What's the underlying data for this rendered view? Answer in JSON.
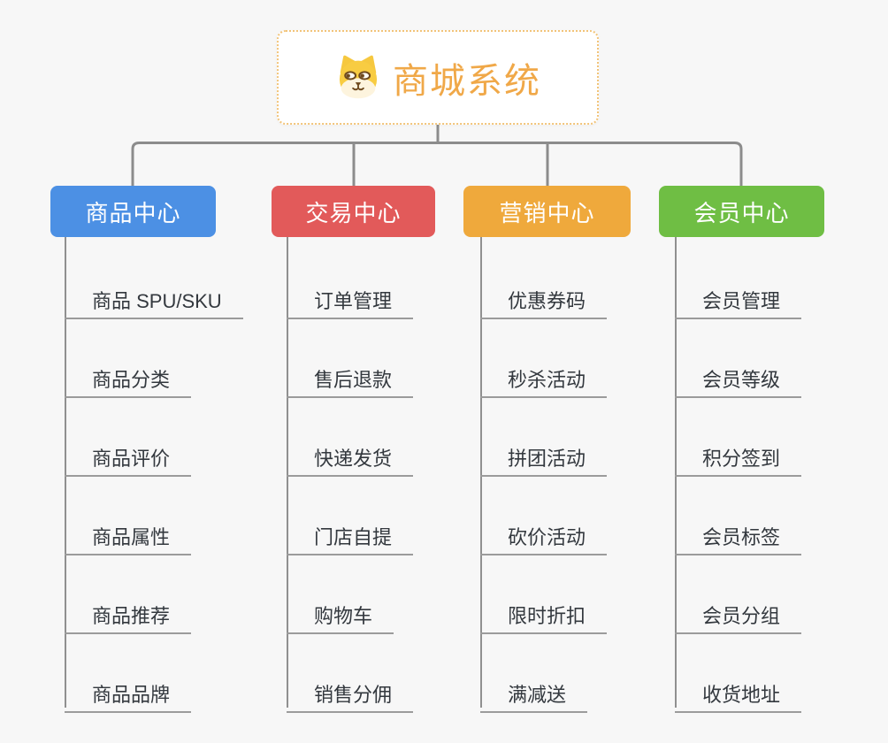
{
  "root": {
    "title": "商城系统",
    "icon": "dog-face-icon"
  },
  "branches": [
    {
      "label": "商品中心",
      "color": "#4C90E4",
      "children": [
        "商品 SPU/SKU",
        "商品分类",
        "商品评价",
        "商品属性",
        "商品推荐",
        "商品品牌"
      ]
    },
    {
      "label": "交易中心",
      "color": "#E25A5A",
      "children": [
        "订单管理",
        "售后退款",
        "快递发货",
        "门店自提",
        "购物车",
        "销售分佣"
      ]
    },
    {
      "label": "营销中心",
      "color": "#EFA93C",
      "children": [
        "优惠券码",
        "秒杀活动",
        "拼团活动",
        "砍价活动",
        "限时折扣",
        "满减送"
      ]
    },
    {
      "label": "会员中心",
      "color": "#6FBE44",
      "children": [
        "会员管理",
        "会员等级",
        "积分签到",
        "会员标签",
        "会员分组",
        "收货地址"
      ]
    }
  ],
  "colors": {
    "background": "#F7F7F7",
    "connector": "#8C8C8C",
    "branch_trunk_line": "#909090",
    "child_underline": "#9B9B9B",
    "child_text": "#33383E",
    "root_border": "#F2C479",
    "root_text": "#F0A848"
  }
}
